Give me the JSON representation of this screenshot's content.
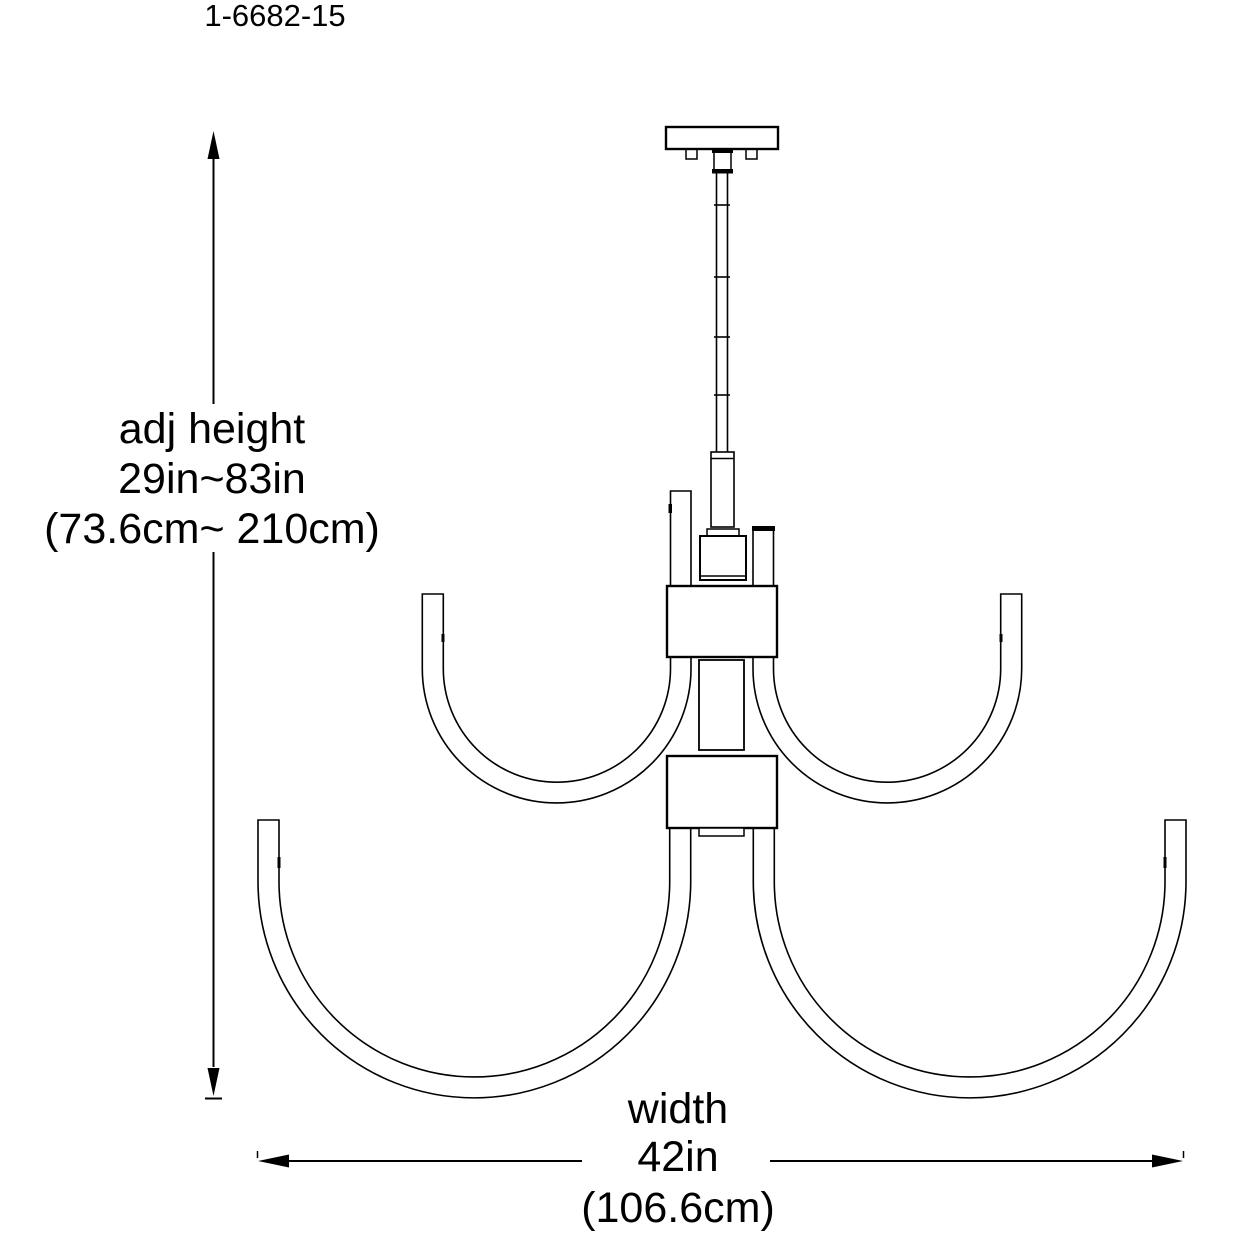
{
  "diagram": {
    "type": "product-dimension-drawing",
    "background_color": "#ffffff",
    "line_color": "#000000"
  },
  "model_number": "1-6682-15",
  "height_annotation": {
    "label": "adj height",
    "inches": "29in~83in",
    "centimeters": "(73.6cm~ 210cm)"
  },
  "width_annotation": {
    "label": "width",
    "inches": "42in",
    "centimeters": "(106.6cm)"
  },
  "values": {
    "adjustable_height_in": [
      29,
      83
    ],
    "adjustable_height_cm": [
      73.6,
      210
    ],
    "width_in": 42,
    "width_cm": 106.6
  }
}
